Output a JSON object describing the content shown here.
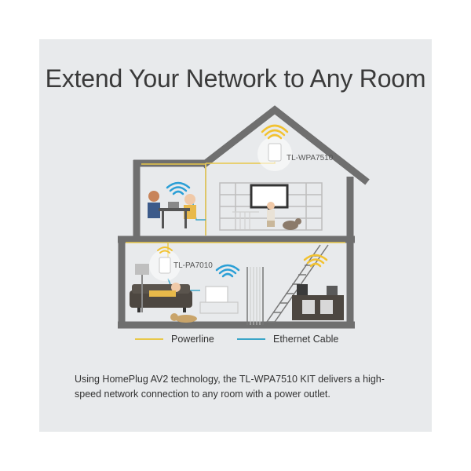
{
  "title": "Extend Your Network to Any Room",
  "devices": {
    "upper_label": "TL-WPA7510",
    "lower_label": "TL-PA7010"
  },
  "legend": {
    "powerline_label": "Powerline",
    "ethernet_label": "Ethernet Cable",
    "powerline_color": "#e8c84a",
    "ethernet_color": "#3aa5c8"
  },
  "caption": "Using HomePlug AV2 technology, the TL-WPA7510 KIT delivers a high-speed network connection to any room with a power outlet.",
  "colors": {
    "panel_bg": "#e8eaec",
    "house_outline": "#6f6f6f",
    "wifi_yellow": "#f2c230",
    "wifi_blue": "#2a9fd6",
    "sofa": "#4d4741"
  }
}
